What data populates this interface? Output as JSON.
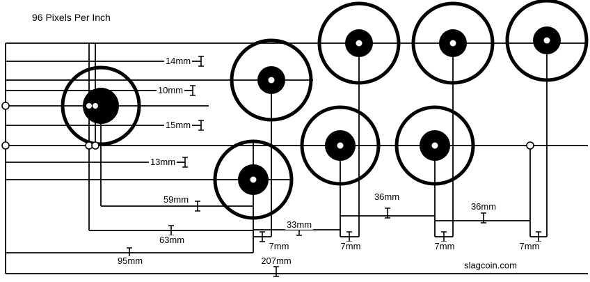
{
  "title": "96 Pixels Per Inch",
  "watermark": "slagcoin.com",
  "colors": {
    "line": "#000000",
    "background": "#ffffff"
  },
  "dims": {
    "row_offsets": [
      "14mm",
      "10mm",
      "15mm",
      "13mm"
    ],
    "spans": [
      "59mm",
      "63mm",
      "95mm",
      "207mm"
    ],
    "gaps": [
      "33mm",
      "36mm",
      "36mm"
    ],
    "staggers": [
      "7mm",
      "7mm",
      "7mm",
      "7mm"
    ]
  }
}
